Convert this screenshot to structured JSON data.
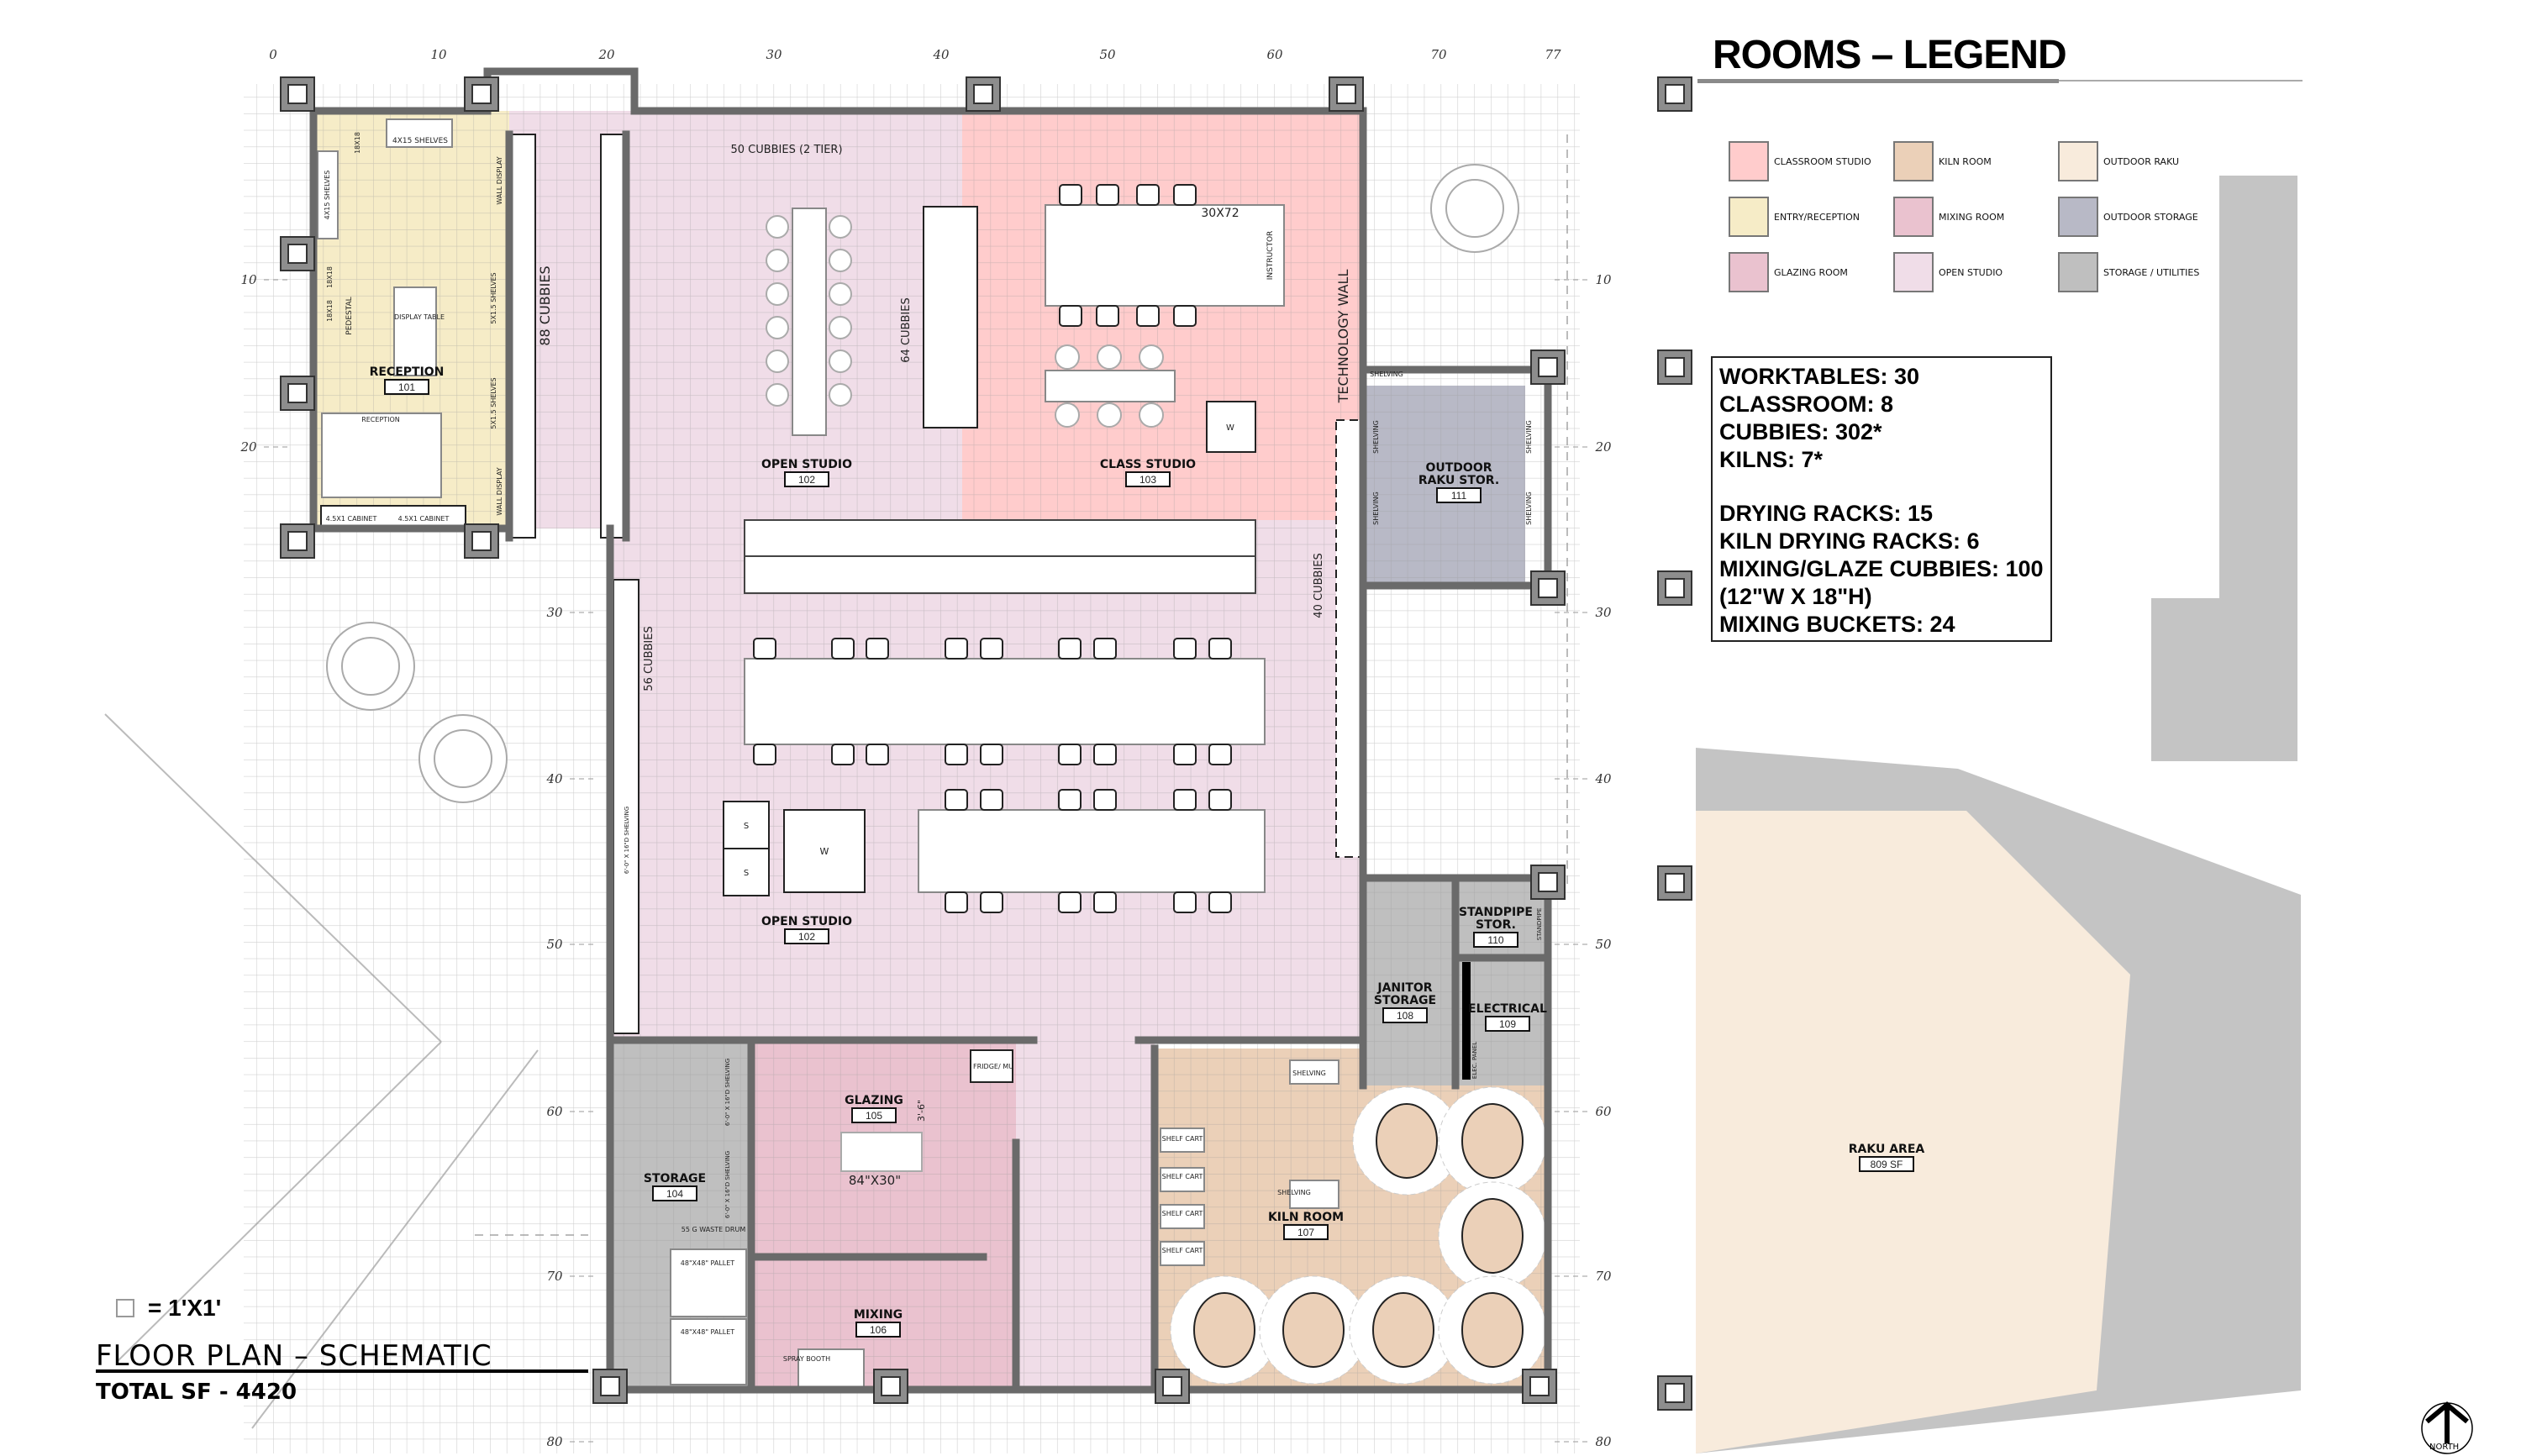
{
  "legend": {
    "title": "ROOMS – LEGEND",
    "items": [
      {
        "label": "CLASSROOM STUDIO",
        "color": "#ffcccc"
      },
      {
        "label": "KILN ROOM",
        "color": "#ebd0b8"
      },
      {
        "label": "OUTDOOR RAKU",
        "color": "#f8ebdc"
      },
      {
        "label": "ENTRY/RECEPTION",
        "color": "#f6ecc7"
      },
      {
        "label": "MIXING ROOM",
        "color": "#eac2cf"
      },
      {
        "label": "OUTDOOR STORAGE",
        "color": "#b8b9c6"
      },
      {
        "label": "GLAZING ROOM",
        "color": "#eac2cf"
      },
      {
        "label": "OPEN STUDIO",
        "color": "#f0dde8"
      },
      {
        "label": "STORAGE / UTILITIES",
        "color": "#bfbfbf"
      }
    ]
  },
  "stats": [
    "WORKTABLES: 30",
    "CLASSROOM: 8",
    "CUBBIES: 302*",
    "KILNS: 7*",
    "DRYING RACKS: 15",
    "KILN DRYING RACKS: 6",
    "MIXING/GLAZE CUBBIES: 100",
    "(12\"W X 18\"H)",
    "MIXING BUCKETS: 24"
  ],
  "title_block": {
    "scale_key": "= 1'X1'",
    "title": "FLOOR PLAN – SCHEMATIC",
    "total_sf": "TOTAL SF - 4420",
    "north": "NORTH"
  },
  "axes": {
    "top": [
      "0",
      "10",
      "20",
      "30",
      "40",
      "50",
      "60",
      "70",
      "77"
    ],
    "left": [
      "10",
      "20",
      "30",
      "40",
      "50",
      "60",
      "70",
      "80"
    ],
    "right": [
      "10",
      "20",
      "30",
      "40",
      "50",
      "60",
      "70",
      "80"
    ]
  },
  "rooms": [
    {
      "name": "RECEPTION",
      "number": "101"
    },
    {
      "name": "OPEN STUDIO",
      "number": "102"
    },
    {
      "name": "CLASS STUDIO",
      "number": "103"
    },
    {
      "name": "OUTDOOR",
      "name2": "RAKU STOR.",
      "number": "111"
    },
    {
      "name": "OPEN STUDIO",
      "number": "102"
    },
    {
      "name": "JANITOR",
      "name2": "STORAGE",
      "number": "108"
    },
    {
      "name": "STANDPIPE",
      "name2": "STOR.",
      "number": "110"
    },
    {
      "name": "ELECTRICAL",
      "number": "109"
    },
    {
      "name": "STORAGE",
      "number": "104"
    },
    {
      "name": "GLAZING",
      "number": "105"
    },
    {
      "name": "MIXING",
      "number": "106"
    },
    {
      "name": "KILN ROOM",
      "number": "107"
    },
    {
      "name": "RAKU AREA",
      "number": "809 SF"
    }
  ],
  "notes": [
    "50 CUBBIES (2 TIER)",
    "88 CUBBIES",
    "64 CUBBIES",
    "56 CUBBIES",
    "40 CUBBIES",
    "TECHNOLOGY WALL",
    "30X72",
    "INSTRUCTOR",
    "84\"X30\"",
    "3'-6\"",
    "FRIDGE/ MU",
    "SPRAY BOOTH",
    "SHELVING",
    "SHELVING",
    "SHELF CART",
    "SHELF CART",
    "SHELF CART",
    "SHELF CART",
    "48\"X48\" PALLET",
    "48\"X48\" PALLET",
    "55 G WASTE DRUM",
    "4X15 SHELVES",
    "4X15 SHELVES",
    "18X18",
    "18X18",
    "18X18",
    "PEDESTAL",
    "DISPLAY TABLE",
    "RECEPTION",
    "4.5X1 CABINET",
    "4.5X1 CABINET",
    "5X1.5 SHELVES",
    "5X1.5 SHELVES",
    "WALL DISPLAY",
    "WALL DISPLAY",
    "SHELVING",
    "SHELVING",
    "SHELVING",
    "SHELVING",
    "SHELVING",
    "ELEC. PANEL",
    "STANDPIPE",
    "W",
    "S",
    "S",
    "W",
    "6'-0\" X 16\"D SHELVING",
    "6'-0\" X 16\"D SHELVING",
    "6'-0\" X 16\"D SHELVING"
  ]
}
